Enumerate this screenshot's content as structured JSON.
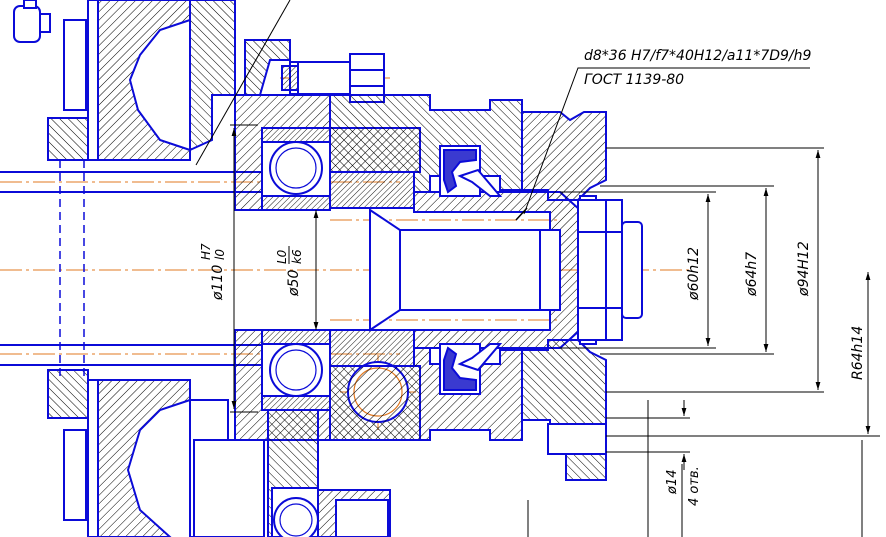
{
  "colors": {
    "outline": "#0b0bd8",
    "hatch": "#000000",
    "centerline": "#e07820",
    "dimension": "#000000",
    "background": "#ffffff"
  },
  "annotations": {
    "spline_designation": "d8*36 H7/f7*40H12/a11*7D9/h9",
    "spline_standard": "ГОСТ 1139-80"
  },
  "dimensions": {
    "d110": {
      "prefix": "ø110",
      "numerator": "H7",
      "denominator": "l0"
    },
    "d50": {
      "prefix": "ø50",
      "numerator": "L0",
      "denominator": "k6"
    },
    "d60": "ø60h12",
    "d64": "ø64h7",
    "d94": "ø94H12",
    "r64": "R64h14",
    "d14": "ø14",
    "holes": "4 отв."
  }
}
